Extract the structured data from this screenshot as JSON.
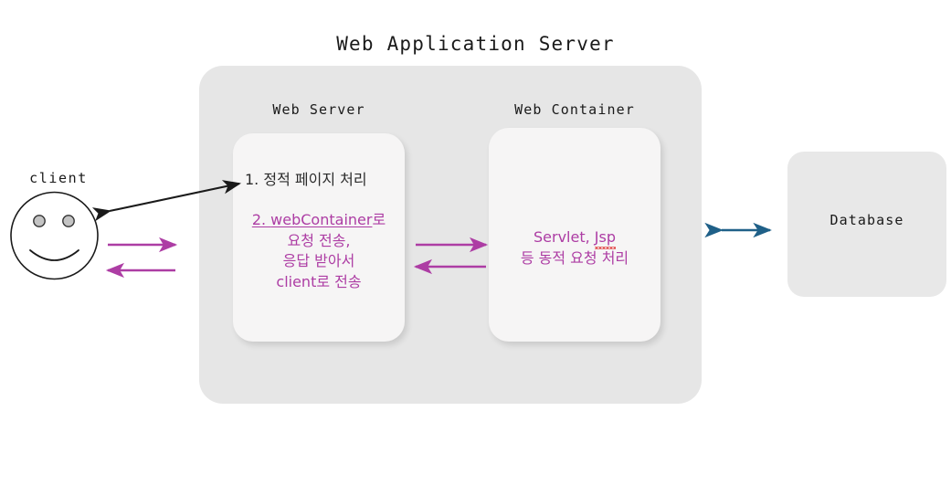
{
  "diagram": {
    "title": "Web Application Server",
    "colors": {
      "magenta": "#ad3da4",
      "teal": "#1f6088",
      "outline": "#1a1a1a",
      "container_bg": "#e6e6e6",
      "inner_bg": "#f6f5f5",
      "spellcheck": "#e03030"
    }
  },
  "client": {
    "label": "client",
    "icon": "smiley-face"
  },
  "web_server": {
    "label": "Web Server",
    "static_line": "1. 정적 페이지 처리",
    "dynamic_lines": {
      "line1_prefix": "2. ",
      "line1_link": "webContainer",
      "line1_suffix": "로",
      "line2": "요청 전송,",
      "line3": "응답 받아서",
      "line4": "client로 전송"
    }
  },
  "web_container": {
    "label": "Web Container",
    "line1": "Servlet, ",
    "line1_misspelled": "Jsp",
    "line2": "등 동적 요청 처리"
  },
  "database": {
    "label": "Database"
  },
  "connectors": [
    {
      "name": "client-to-webserver-black",
      "style": "double-headed",
      "color": "#1a1a1a"
    },
    {
      "name": "client-request-to-server",
      "style": "arrow-right",
      "color": "#ad3da4"
    },
    {
      "name": "server-response-to-client",
      "style": "arrow-left",
      "color": "#ad3da4"
    },
    {
      "name": "webserver-to-container",
      "style": "arrow-right",
      "color": "#ad3da4"
    },
    {
      "name": "container-to-webserver",
      "style": "arrow-left",
      "color": "#ad3da4"
    },
    {
      "name": "container-to-database",
      "style": "double-headed",
      "color": "#1f6088"
    }
  ]
}
